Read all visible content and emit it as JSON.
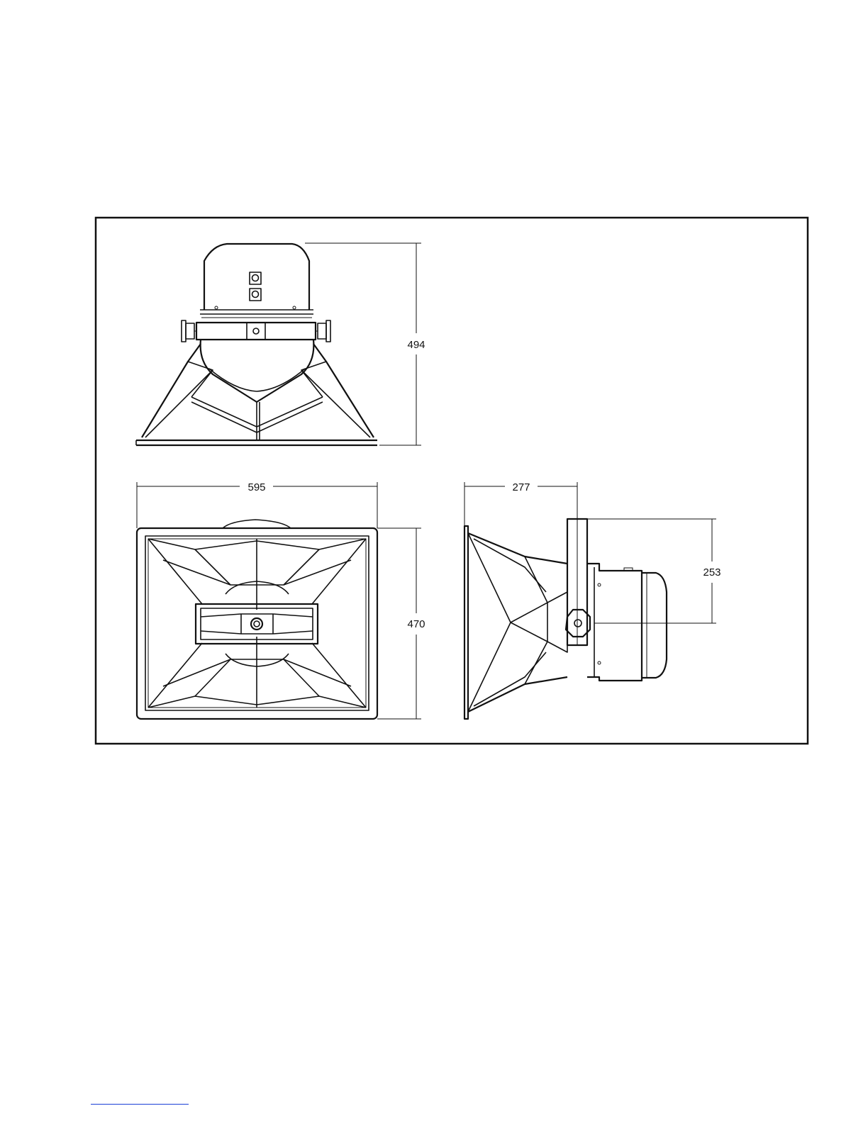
{
  "dimensions": {
    "height": "494",
    "width": "595",
    "front_height": "470",
    "depth": "277",
    "mount_offset": "253"
  },
  "colors": {
    "line": "#111111",
    "footnote_rule": "#1a3fd6"
  }
}
